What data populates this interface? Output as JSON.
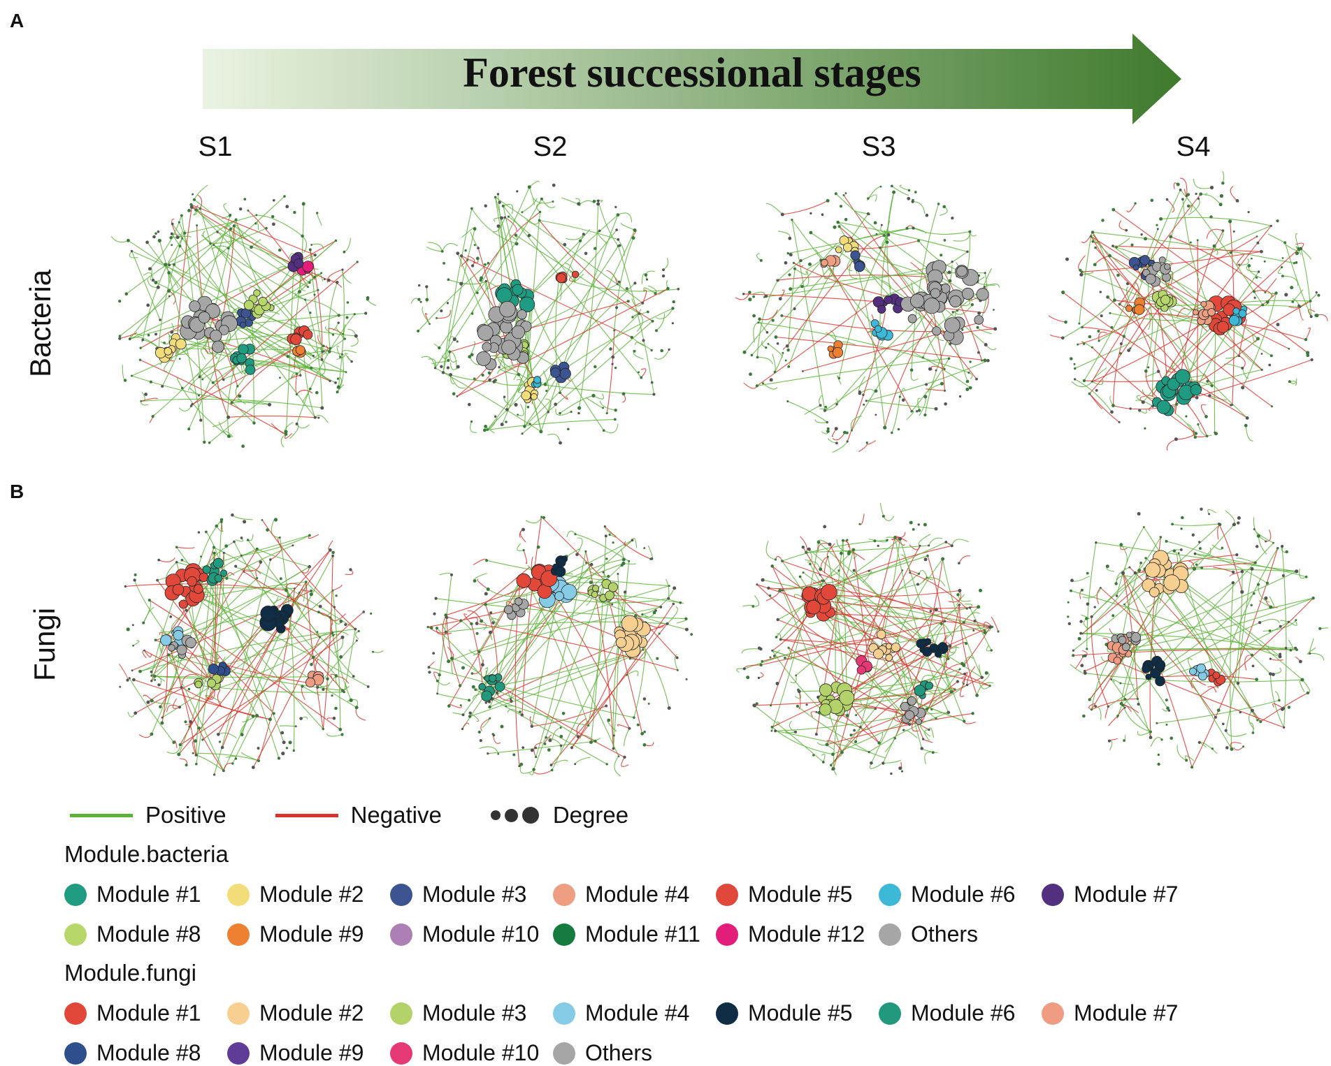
{
  "panels": {
    "a": "A",
    "b": "B"
  },
  "arrow": {
    "label": "Forest successional stages",
    "color_start": "#eaf3e2",
    "color_end": "#3f7a2c"
  },
  "stages": [
    "S1",
    "S2",
    "S3",
    "S4"
  ],
  "rows": {
    "bacteria": "Bacteria",
    "fungi": "Fungi"
  },
  "legend": {
    "positive": {
      "label": "Positive",
      "color": "#5db33a"
    },
    "negative": {
      "label": "Negative",
      "color": "#d9322a"
    },
    "degree": {
      "label": "Degree"
    }
  },
  "module_bacteria": {
    "title": "Module.bacteria",
    "items": [
      {
        "label": "Module #1",
        "color": "#1f9b82"
      },
      {
        "label": "Module #2",
        "color": "#f3dc7a"
      },
      {
        "label": "Module #3",
        "color": "#3c5590"
      },
      {
        "label": "Module #4",
        "color": "#ee9f82"
      },
      {
        "label": "Module #5",
        "color": "#e1483a"
      },
      {
        "label": "Module #6",
        "color": "#3db8d6"
      },
      {
        "label": "Module #7",
        "color": "#52307f"
      },
      {
        "label": "Module #8",
        "color": "#b7d76a"
      },
      {
        "label": "Module #9",
        "color": "#ee8032"
      },
      {
        "label": "Module #10",
        "color": "#ad7fb7"
      },
      {
        "label": "Module #11",
        "color": "#167b3e"
      },
      {
        "label": "Module #12",
        "color": "#e31d7a"
      },
      {
        "label": "Others",
        "color": "#a6a6a6"
      }
    ]
  },
  "module_fungi": {
    "title": "Module.fungi",
    "items": [
      {
        "label": "Module #1",
        "color": "#e1483a"
      },
      {
        "label": "Module #2",
        "color": "#f6cf91"
      },
      {
        "label": "Module #3",
        "color": "#b3d26a"
      },
      {
        "label": "Module #4",
        "color": "#86cbe6"
      },
      {
        "label": "Module #5",
        "color": "#0f2d44"
      },
      {
        "label": "Module #6",
        "color": "#22987c"
      },
      {
        "label": "Module #7",
        "color": "#ef9c82"
      },
      {
        "label": "Module #8",
        "color": "#2f4f8c"
      },
      {
        "label": "Module #9",
        "color": "#5f3c98"
      },
      {
        "label": "Module #10",
        "color": "#e53975"
      },
      {
        "label": "Others",
        "color": "#a6a6a6"
      }
    ]
  },
  "networks": {
    "bacteria": [
      {
        "stage": "S1",
        "neg_share": 0.18,
        "edges": 260,
        "clusters": [
          {
            "module": "bacteria.1",
            "n": 10
          },
          {
            "module": "bacteria.2",
            "n": 9
          },
          {
            "module": "bacteria.3",
            "n": 7
          },
          {
            "module": "bacteria.5",
            "n": 8
          },
          {
            "module": "bacteria.8",
            "n": 9
          },
          {
            "module": "bacteria.12",
            "n": 4
          },
          {
            "module": "bacteria.7",
            "n": 4
          },
          {
            "module": "bacteria.9",
            "n": 3
          },
          {
            "module": "bacteria.others",
            "n": 20
          }
        ]
      },
      {
        "stage": "S2",
        "neg_share": 0.15,
        "edges": 190,
        "clusters": [
          {
            "module": "bacteria.1",
            "n": 12
          },
          {
            "module": "bacteria.2",
            "n": 8
          },
          {
            "module": "bacteria.8",
            "n": 7
          },
          {
            "module": "bacteria.3",
            "n": 5
          },
          {
            "module": "bacteria.5",
            "n": 5
          },
          {
            "module": "bacteria.6",
            "n": 3
          },
          {
            "module": "bacteria.others",
            "n": 28
          }
        ]
      },
      {
        "stage": "S3",
        "neg_share": 0.2,
        "edges": 170,
        "clusters": [
          {
            "module": "bacteria.7",
            "n": 8
          },
          {
            "module": "bacteria.6",
            "n": 7
          },
          {
            "module": "bacteria.2",
            "n": 7
          },
          {
            "module": "bacteria.9",
            "n": 5
          },
          {
            "module": "bacteria.3",
            "n": 4
          },
          {
            "module": "bacteria.4",
            "n": 4
          },
          {
            "module": "bacteria.others",
            "n": 34
          }
        ]
      },
      {
        "stage": "S4",
        "neg_share": 0.45,
        "edges": 220,
        "clusters": [
          {
            "module": "bacteria.1",
            "n": 18
          },
          {
            "module": "bacteria.5",
            "n": 12
          },
          {
            "module": "bacteria.4",
            "n": 9
          },
          {
            "module": "bacteria.8",
            "n": 9
          },
          {
            "module": "bacteria.3",
            "n": 7
          },
          {
            "module": "bacteria.6",
            "n": 6
          },
          {
            "module": "bacteria.9",
            "n": 5
          },
          {
            "module": "bacteria.others",
            "n": 10
          }
        ]
      }
    ],
    "fungi": [
      {
        "stage": "S1",
        "neg_share": 0.4,
        "edges": 230,
        "clusters": [
          {
            "module": "fungi.1",
            "n": 16
          },
          {
            "module": "fungi.5",
            "n": 12
          },
          {
            "module": "fungi.3",
            "n": 9
          },
          {
            "module": "fungi.6",
            "n": 8
          },
          {
            "module": "fungi.4",
            "n": 8
          },
          {
            "module": "fungi.8",
            "n": 4
          },
          {
            "module": "fungi.7",
            "n": 4
          },
          {
            "module": "fungi.others",
            "n": 8
          }
        ]
      },
      {
        "stage": "S2",
        "neg_share": 0.35,
        "edges": 200,
        "clusters": [
          {
            "module": "fungi.2",
            "n": 12
          },
          {
            "module": "fungi.4",
            "n": 12
          },
          {
            "module": "fungi.1",
            "n": 12
          },
          {
            "module": "fungi.3",
            "n": 9
          },
          {
            "module": "fungi.6",
            "n": 8
          },
          {
            "module": "fungi.5",
            "n": 6
          },
          {
            "module": "fungi.others",
            "n": 6
          }
        ]
      },
      {
        "stage": "S3",
        "neg_share": 0.45,
        "edges": 260,
        "clusters": [
          {
            "module": "fungi.3",
            "n": 12
          },
          {
            "module": "fungi.1",
            "n": 12
          },
          {
            "module": "fungi.2",
            "n": 10
          },
          {
            "module": "fungi.5",
            "n": 9
          },
          {
            "module": "fungi.10",
            "n": 4
          },
          {
            "module": "fungi.6",
            "n": 5
          },
          {
            "module": "fungi.others",
            "n": 8
          }
        ]
      },
      {
        "stage": "S4",
        "neg_share": 0.3,
        "edges": 190,
        "clusters": [
          {
            "module": "fungi.2",
            "n": 16
          },
          {
            "module": "fungi.7",
            "n": 10
          },
          {
            "module": "fungi.5",
            "n": 9
          },
          {
            "module": "fungi.1",
            "n": 5
          },
          {
            "module": "fungi.4",
            "n": 5
          },
          {
            "module": "fungi.others",
            "n": 8
          }
        ]
      }
    ]
  }
}
